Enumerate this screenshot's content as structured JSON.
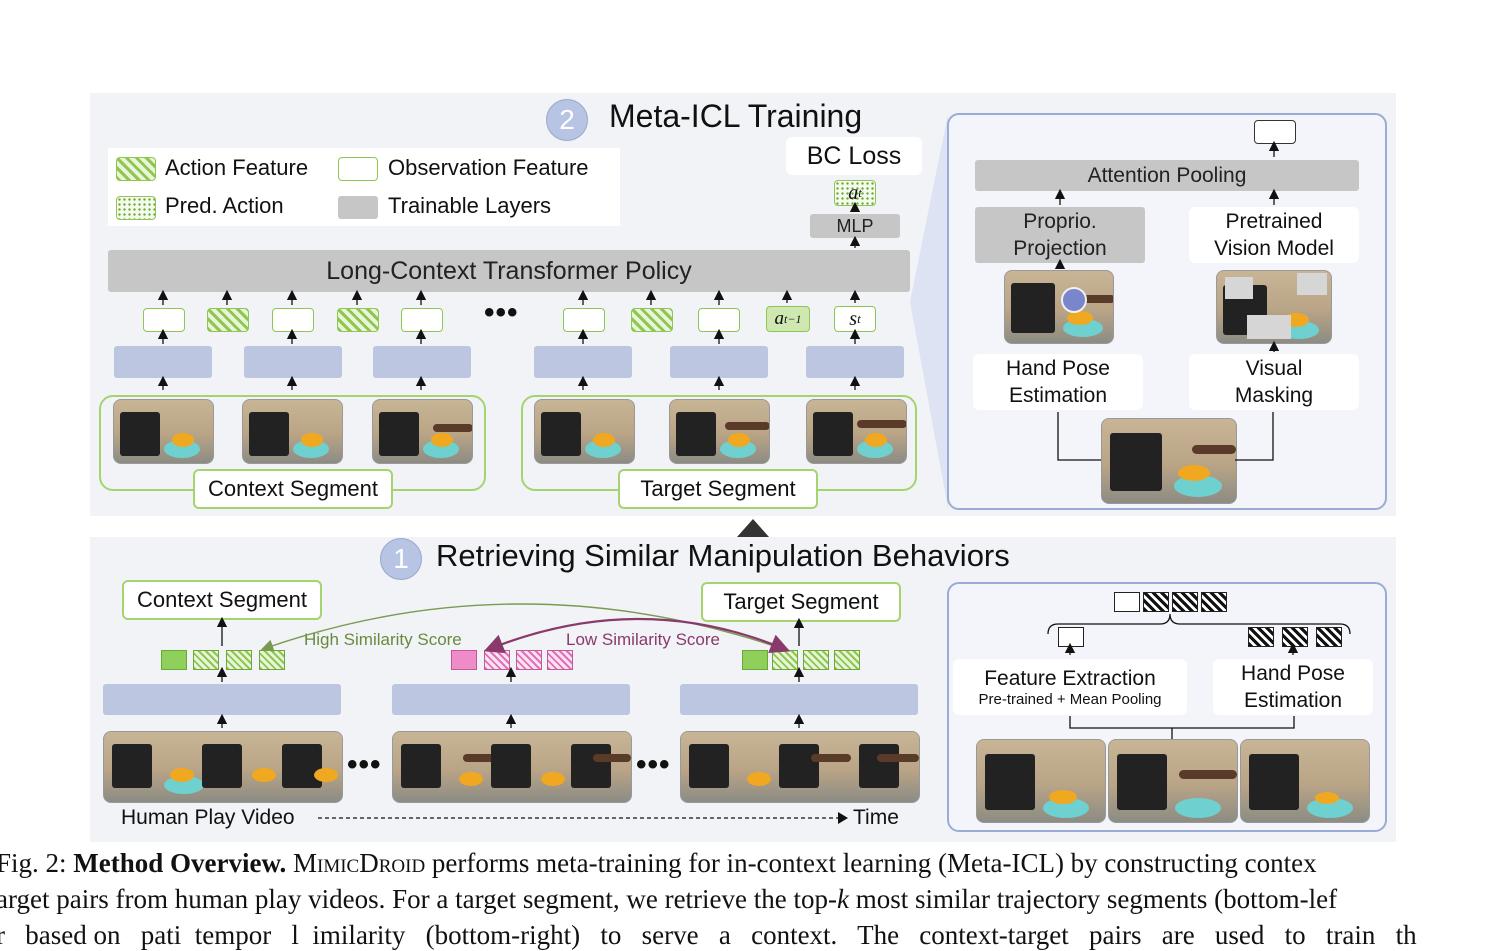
{
  "training": {
    "step": "2",
    "title": "Meta-ICL Training",
    "legend": {
      "action": "Action Feature",
      "observation": "Observation Feature",
      "pred": "Pred. Action",
      "trainable": "Trainable Layers"
    },
    "bc_loss": "BC Loss",
    "a_t": "a",
    "a_t_sub": "t",
    "mlp": "MLP",
    "policy": "Long-Context Transformer Policy",
    "a_prev": "a",
    "a_prev_sub": "t−1",
    "s_t": "s",
    "s_t_sub": "t",
    "context_segment": "Context Segment",
    "target_segment": "Target Segment",
    "inset": {
      "attention_pooling": "Attention Pooling",
      "proprio": "Proprio.\nProjection",
      "pretrained": "Pretrained\nVision Model",
      "hand_pose": "Hand Pose\nEstimation",
      "visual_masking": "Visual\nMasking"
    }
  },
  "retrieval": {
    "step": "1",
    "title": "Retrieving Similar Manipulation Behaviors",
    "context_segment": "Context Segment",
    "target_segment": "Target Segment",
    "high_similarity": "High Similarity Score",
    "low_similarity": "Low Similarity Score",
    "human_play_video": "Human Play Video",
    "time": "Time",
    "inset": {
      "feature_extraction": "Feature Extraction",
      "feature_extraction_sub": "Pre-trained + Mean Pooling",
      "hand_pose": "Hand Pose\nEstimation"
    }
  },
  "caption": {
    "line1_prefix": "Fig. 2: ",
    "line1_bold": "Method Overview.",
    "line1_name": "MimicDroid",
    "line1_rest": " performs meta-training for in-context learning (Meta-ICL) by constructing contex",
    "line2_a": "arget pairs from human play videos. For a target segment, we retrieve the top-",
    "line2_k": "k",
    "line2_b": " most similar trajectory segments (bottom-lef",
    "line3": "r   based on   pati  tempor   l  imilarity   (bottom-right)   to   serve   a   context.   The   context-target   pairs   are   used   to   train   th"
  },
  "colors": {
    "green": "#8fc651",
    "pink": "#e070b8",
    "encoder_blue": "#bcc6e0",
    "trainable_gray": "#c6c6c6",
    "inset_border": "#9aabd6",
    "high_arrow": "#7a9a50",
    "low_arrow": "#8a3a6a"
  }
}
